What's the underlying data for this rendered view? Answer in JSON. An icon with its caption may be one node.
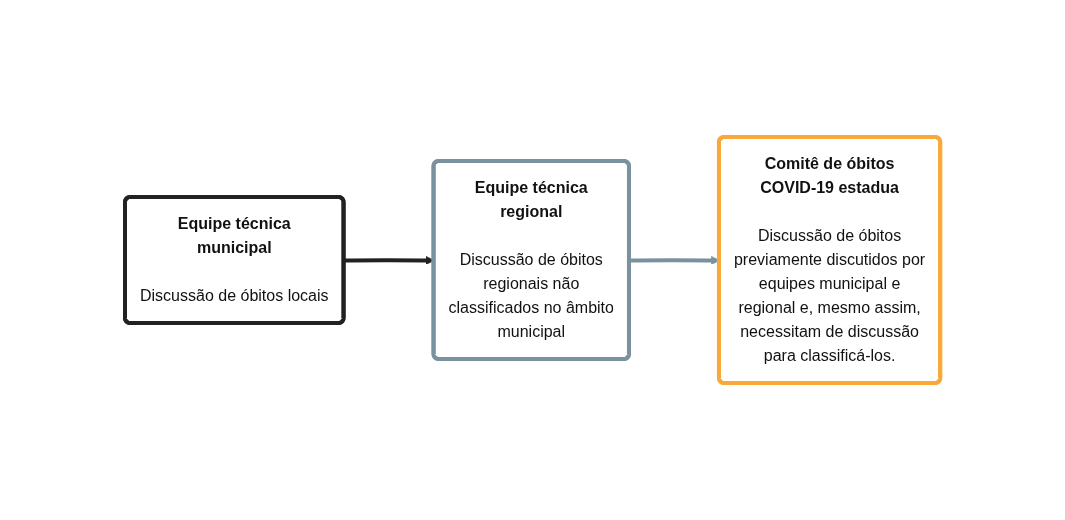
{
  "diagram": {
    "nodes": [
      {
        "text": [
          "Equipe técnica municipal",
          "Discussão de óbitos locais"
        ]
      },
      {
        "text": [
          "Equipe técnica regional",
          "Discussão de óbitos regionais não classificados no âmbito municipal"
        ]
      },
      {
        "text": [
          "Comitê de óbitos COVID-19 estadua",
          "Discussão de óbitos previamente discutidos por equipes municipal e regional e, mesmo assim, necessitam de discussão para classificá-los."
        ]
      }
    ],
    "edges": [
      {
        "from": 0,
        "to": 1,
        "arrow": "to",
        "color": "#222222"
      },
      {
        "from": 1,
        "to": 2,
        "arrow": "to",
        "color": "#7a929e"
      }
    ]
  }
}
